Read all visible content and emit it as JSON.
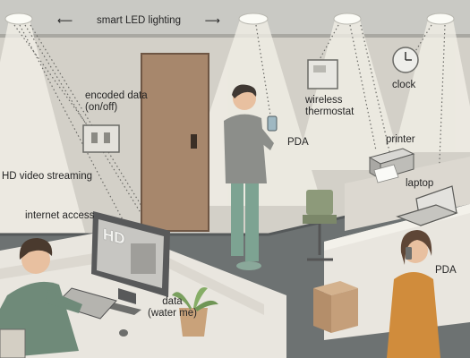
{
  "header": {
    "title": "smart LED lighting",
    "arrow_left": "⟵",
    "arrow_right": "⟶"
  },
  "labels": {
    "encoded_data_line1": "encoded data",
    "encoded_data_line2": "(on/off)",
    "hd_video": "HD video streaming",
    "internet_access": "internet access",
    "data_line1": "data",
    "data_line2": "(water me)",
    "pda_standing": "PDA",
    "wireless_line1": "wireless",
    "wireless_line2": "thermostat",
    "clock": "clock",
    "printer": "printer",
    "laptop": "laptop",
    "pda_seated": "PDA"
  },
  "screen": {
    "hd_text": "HD"
  },
  "colors": {
    "ceiling": "#c9c9c4",
    "wall": "#d3d0c8",
    "floor": "#6d7272",
    "light_ray": "#f1efe6",
    "door": "#a7876c",
    "desk": "#e9e6df",
    "shirt_green": "#6f8a79",
    "skin": "#e8c0a0",
    "hair": "#4a3a2e"
  }
}
